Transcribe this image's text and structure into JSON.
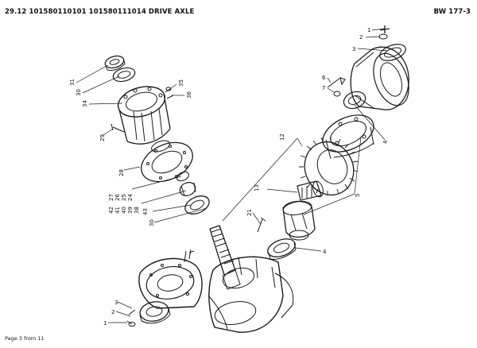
{
  "header": {
    "title": "29.12 101580110101 101580111014 DRIVE AXLE",
    "code": "BW 177-3"
  },
  "footer": {
    "page": "Page 3 from 11"
  },
  "callouts": [
    {
      "id": "c1a",
      "text": "1"
    },
    {
      "id": "c2a",
      "text": "2"
    },
    {
      "id": "c3a",
      "text": "3"
    },
    {
      "id": "c6",
      "text": "6"
    },
    {
      "id": "c7",
      "text": "7"
    },
    {
      "id": "c4a",
      "text": "4"
    },
    {
      "id": "c12",
      "text": "12"
    },
    {
      "id": "c13",
      "text": "13"
    },
    {
      "id": "c5",
      "text": "5"
    },
    {
      "id": "c21",
      "text": "21"
    },
    {
      "id": "c4b",
      "text": "4"
    },
    {
      "id": "c31",
      "text": "31"
    },
    {
      "id": "c30a",
      "text": "30"
    },
    {
      "id": "c34",
      "text": "34"
    },
    {
      "id": "c35",
      "text": "35"
    },
    {
      "id": "c36",
      "text": "36"
    },
    {
      "id": "c29",
      "text": "29"
    },
    {
      "id": "c28",
      "text": "28"
    },
    {
      "id": "c27",
      "text": "27"
    },
    {
      "id": "c26",
      "text": "26"
    },
    {
      "id": "c25",
      "text": "25"
    },
    {
      "id": "c24",
      "text": "24"
    },
    {
      "id": "c42",
      "text": "42"
    },
    {
      "id": "c41",
      "text": "41"
    },
    {
      "id": "c40",
      "text": "40"
    },
    {
      "id": "c39",
      "text": "39"
    },
    {
      "id": "c38",
      "text": "38"
    },
    {
      "id": "c43",
      "text": "43"
    },
    {
      "id": "c30b",
      "text": "30"
    },
    {
      "id": "c3b",
      "text": "3"
    },
    {
      "id": "c2b",
      "text": "2"
    },
    {
      "id": "c1b",
      "text": "1"
    }
  ]
}
